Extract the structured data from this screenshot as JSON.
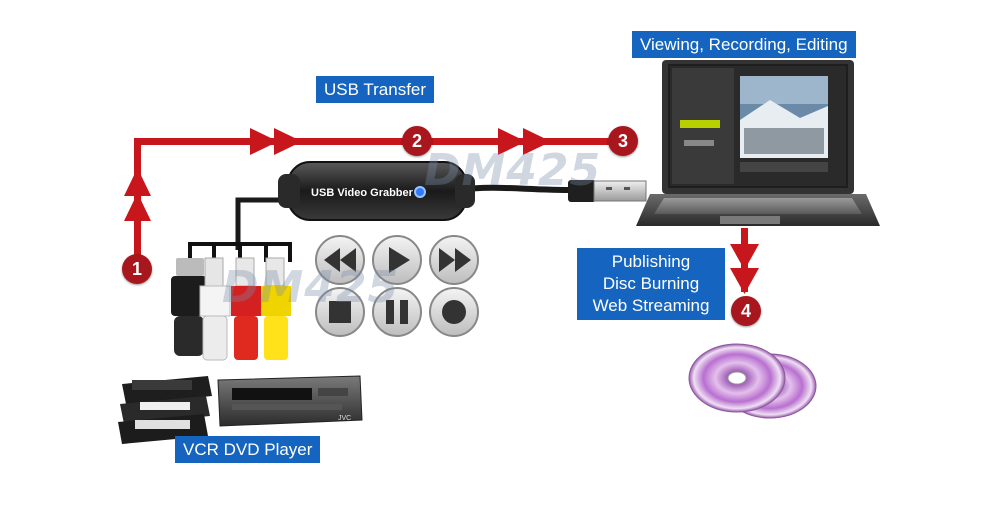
{
  "labels": {
    "usb_transfer": "USB Transfer",
    "viewing": "Viewing, Recording, Editing",
    "vcr_dvd": "VCR DVD Player",
    "publishing": [
      "Publishing",
      "Disc Burning",
      "Web Streaming"
    ]
  },
  "device": {
    "name": "USB Video Grabber"
  },
  "steps": [
    "1",
    "2",
    "3",
    "4"
  ],
  "watermark": "DM425",
  "vcr_brand": "JVC",
  "colors": {
    "arrow_red": "#c8161d",
    "step_red": "#a8171d",
    "label_blue": "#1565c0"
  },
  "icons": [
    "rewind-icon",
    "play-icon",
    "fast-forward-icon",
    "stop-icon",
    "pause-icon",
    "record-icon"
  ]
}
